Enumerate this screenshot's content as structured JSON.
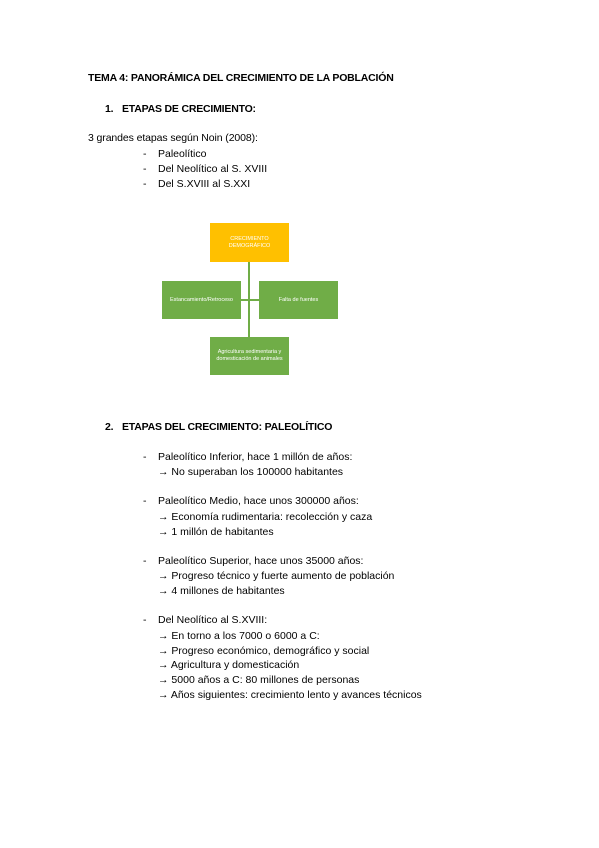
{
  "title": "TEMA 4: PANORÁMICA DEL CRECIMIENTO DE LA POBLACIÓN",
  "section1": {
    "number": "1.",
    "heading": "ETAPAS DE CRECIMIENTO:",
    "intro": "3 grandes etapas según Noin (2008):",
    "items": [
      "Paleolítico",
      "Del Neolítico al S. XVIII",
      "Del S.XVIII al S.XXI"
    ]
  },
  "diagram": {
    "top": "CRECIMIENTO DEMOGRÁFICO",
    "left": "Estancamiento/Retroceso",
    "right": "Falta de fuentes",
    "bottom": "Agricultura sedimentaria y domesticación de animales"
  },
  "section2": {
    "number": "2.",
    "heading": "ETAPAS DEL CRECIMIENTO: PALEOLÍTICO",
    "groups": [
      {
        "title": "Paleolítico Inferior, hace 1 millón de años:",
        "points": [
          "No superaban los 100000 habitantes"
        ]
      },
      {
        "title": "Paleolítico Medio, hace unos 300000 años:",
        "points": [
          "Economía rudimentaria: recolección y caza",
          "1 millón de habitantes"
        ]
      },
      {
        "title": "Paleolítico Superior, hace unos 35000 años:",
        "points": [
          "Progreso técnico y fuerte aumento de población",
          "4 millones de habitantes"
        ]
      },
      {
        "title": "Del Neolítico al S.XVIII:",
        "points": [
          "En torno a los 7000 o 6000 a C:",
          "Progreso económico, demográfico y social",
          "Agricultura y domesticación",
          "5000 años a C: 80 millones de personas",
          "Años siguientes: crecimiento lento y avances técnicos"
        ]
      }
    ]
  },
  "dash_char": "-",
  "arrow_char": "→"
}
